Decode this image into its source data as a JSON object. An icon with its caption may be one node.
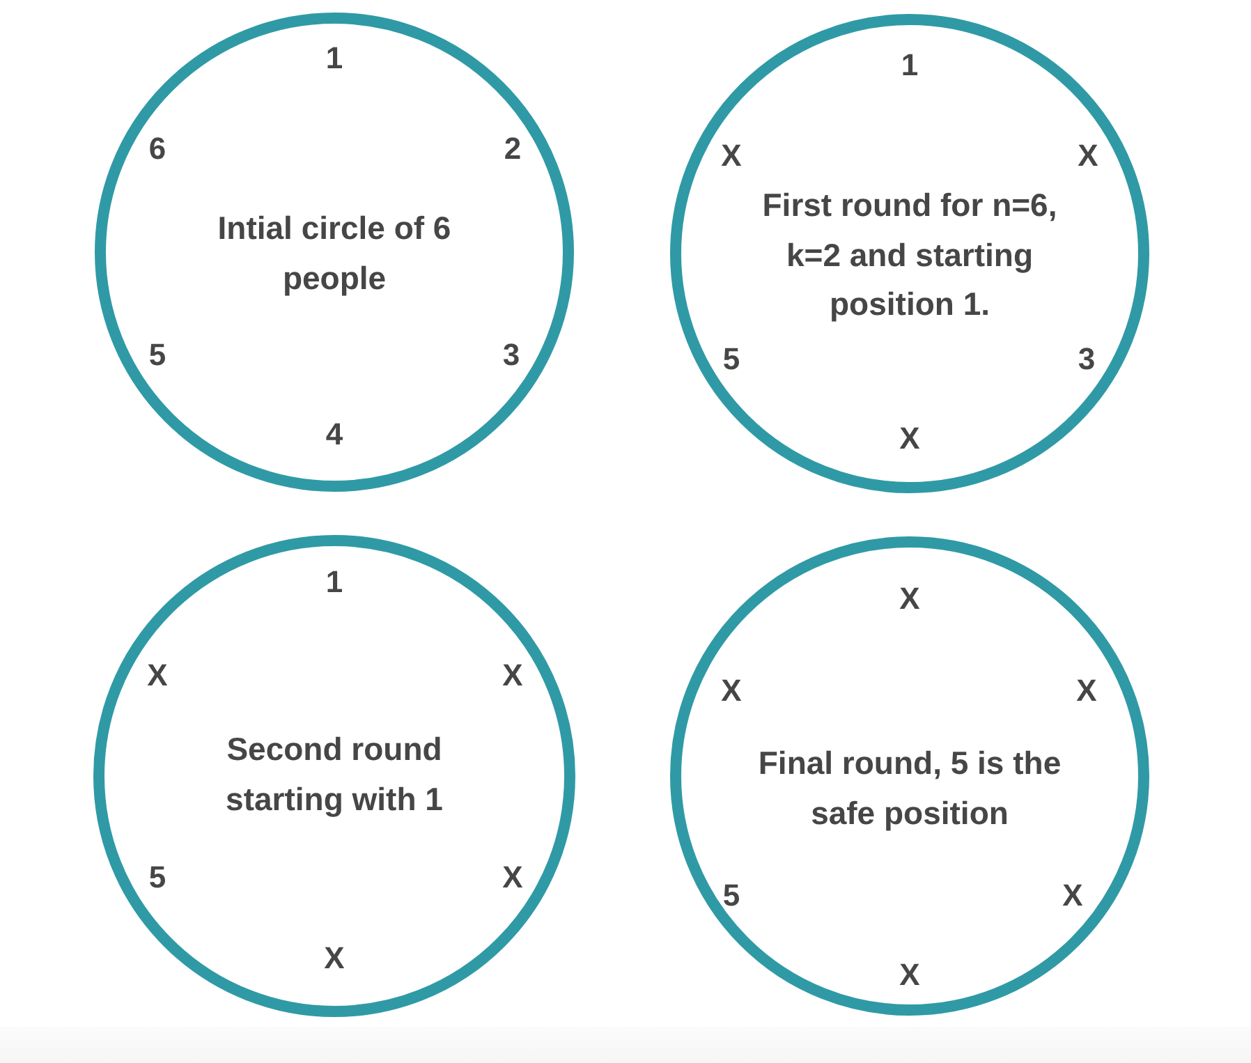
{
  "diagram": {
    "nodes": [
      {
        "text": [
          "1",
          "6",
          "2",
          "Intial circle of 6 people",
          "5",
          "3",
          "4"
        ]
      },
      {
        "text": [
          "1",
          "X",
          "X",
          "First round for n=6, k=2 and starting position 1.",
          "5",
          "3",
          "X"
        ]
      },
      {
        "text": [
          "1",
          "X",
          "X",
          "Second round starting with 1",
          "5",
          "X",
          "X"
        ]
      },
      {
        "text": [
          "X",
          "X",
          "X",
          "Final round, 5 is the safe position",
          "5",
          "X",
          "X"
        ]
      }
    ]
  }
}
